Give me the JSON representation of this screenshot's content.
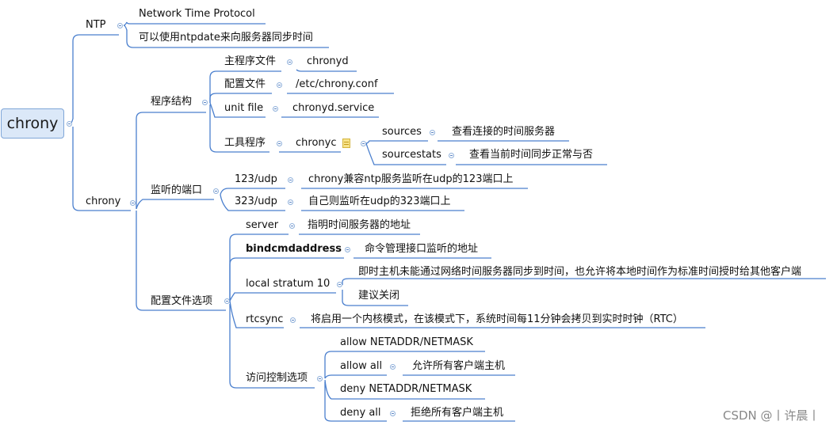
{
  "root": "chrony",
  "ntp": {
    "label": "NTP",
    "items": [
      "Network Time Protocol",
      "可以使用ntpdate来向服务器同步时间"
    ]
  },
  "chrony": {
    "label": "chrony",
    "structure": {
      "label": "程序结构",
      "main_program": {
        "key": "主程序文件",
        "value": "chronyd"
      },
      "config_file": {
        "key": "配置文件",
        "value": "/etc/chrony.conf"
      },
      "unit_file": {
        "key": "unit file",
        "value": "chronyd.service"
      },
      "tool": {
        "key": "工具程序",
        "value": "chronyc",
        "sources": {
          "key": "sources",
          "value": "查看连接的时间服务器"
        },
        "sourcestats": {
          "key": "sourcestats",
          "value": "查看当前时间同步正常与否"
        }
      }
    },
    "ports": {
      "label": "监听的端口",
      "udp123": {
        "key": "123/udp",
        "value": "chrony兼容ntp服务监听在udp的123端口上"
      },
      "udp323": {
        "key": "323/udp",
        "value": "自己则监听在udp的323端口上"
      }
    },
    "options": {
      "label": "配置文件选项",
      "server": {
        "key": "server",
        "value": "指明时间服务器的地址"
      },
      "bindcmd": {
        "key": "bindcmdaddress",
        "value": "命令管理接口监听的地址"
      },
      "stratum": {
        "key": "local stratum 10",
        "values": [
          "即时主机未能通过网络时间服务器同步到时间，也允许将本地时间作为标准时间授时给其他客户端",
          "建议关闭"
        ]
      },
      "rtcsync": {
        "key": "rtcsync",
        "value": "将启用一个内核模式，在该模式下，系统时间每11分钟会拷贝到实时时钟（RTC）"
      },
      "access": {
        "key": "访问控制选项",
        "allow_net": "allow  NETADDR/NETMASK",
        "allow_all": {
          "key": "allow all",
          "value": "允许所有客户端主机"
        },
        "deny_net": "deny  NETADDR/NETMASK",
        "deny_all": {
          "key": "deny all",
          "value": "拒绝所有客户端主机"
        }
      }
    }
  },
  "watermark": "CSDN @丨许晨丨",
  "colors": {
    "line": "#4a7fce",
    "root_fill": "#dbe8f8",
    "root_border": "#7fa6d8"
  }
}
